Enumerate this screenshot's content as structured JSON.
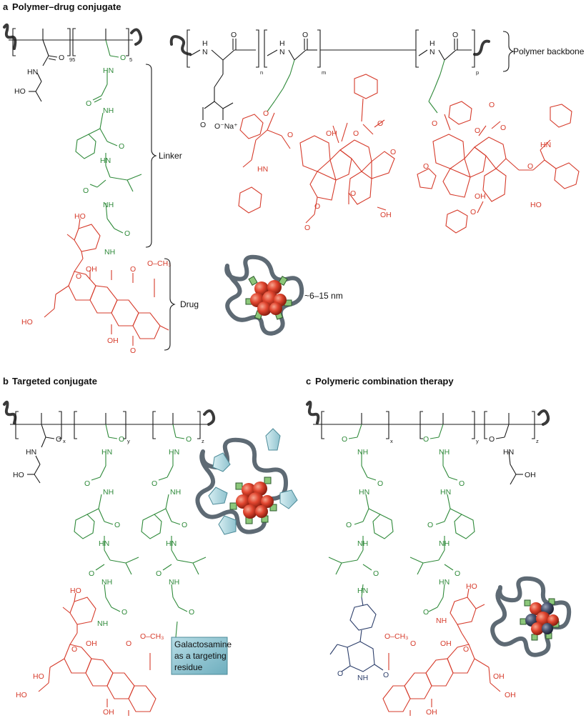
{
  "panel_a": {
    "letter": "a",
    "title": "Polymer–drug conjugate",
    "sub95": "95",
    "sub5": "5",
    "sub_n": "n",
    "sub_m": "m",
    "sub_p": "p",
    "linker": "Linker",
    "drug": "Drug",
    "backbone": "Polymer backbone",
    "size": "~6–15 nm",
    "ona": "O⁻Na⁺"
  },
  "panel_b": {
    "letter": "b",
    "title": "Targeted conjugate",
    "sub_x": "x",
    "sub_y": "y",
    "sub_z": "z",
    "target_line1": "Galactosamine",
    "target_line2": "as a targeting",
    "target_line3": "residue"
  },
  "panel_c": {
    "letter": "c",
    "title": "Polymeric combination therapy",
    "sub_x": "x",
    "sub_y": "y",
    "sub_z": "z"
  },
  "atoms": {
    "HO": "HO",
    "OH": "OH",
    "O": "O",
    "N": "N",
    "H": "H",
    "HN": "HN",
    "NH": "NH",
    "OCH3": "O–CH₃",
    "ch3": "CH₃"
  },
  "colors": {
    "linker": "#2f8a3a",
    "drug": "#d63b2b",
    "backbone": "#1a1a1a",
    "aminoglutethimide": "#2d3f6b",
    "label_box": "#8fc3cf"
  }
}
